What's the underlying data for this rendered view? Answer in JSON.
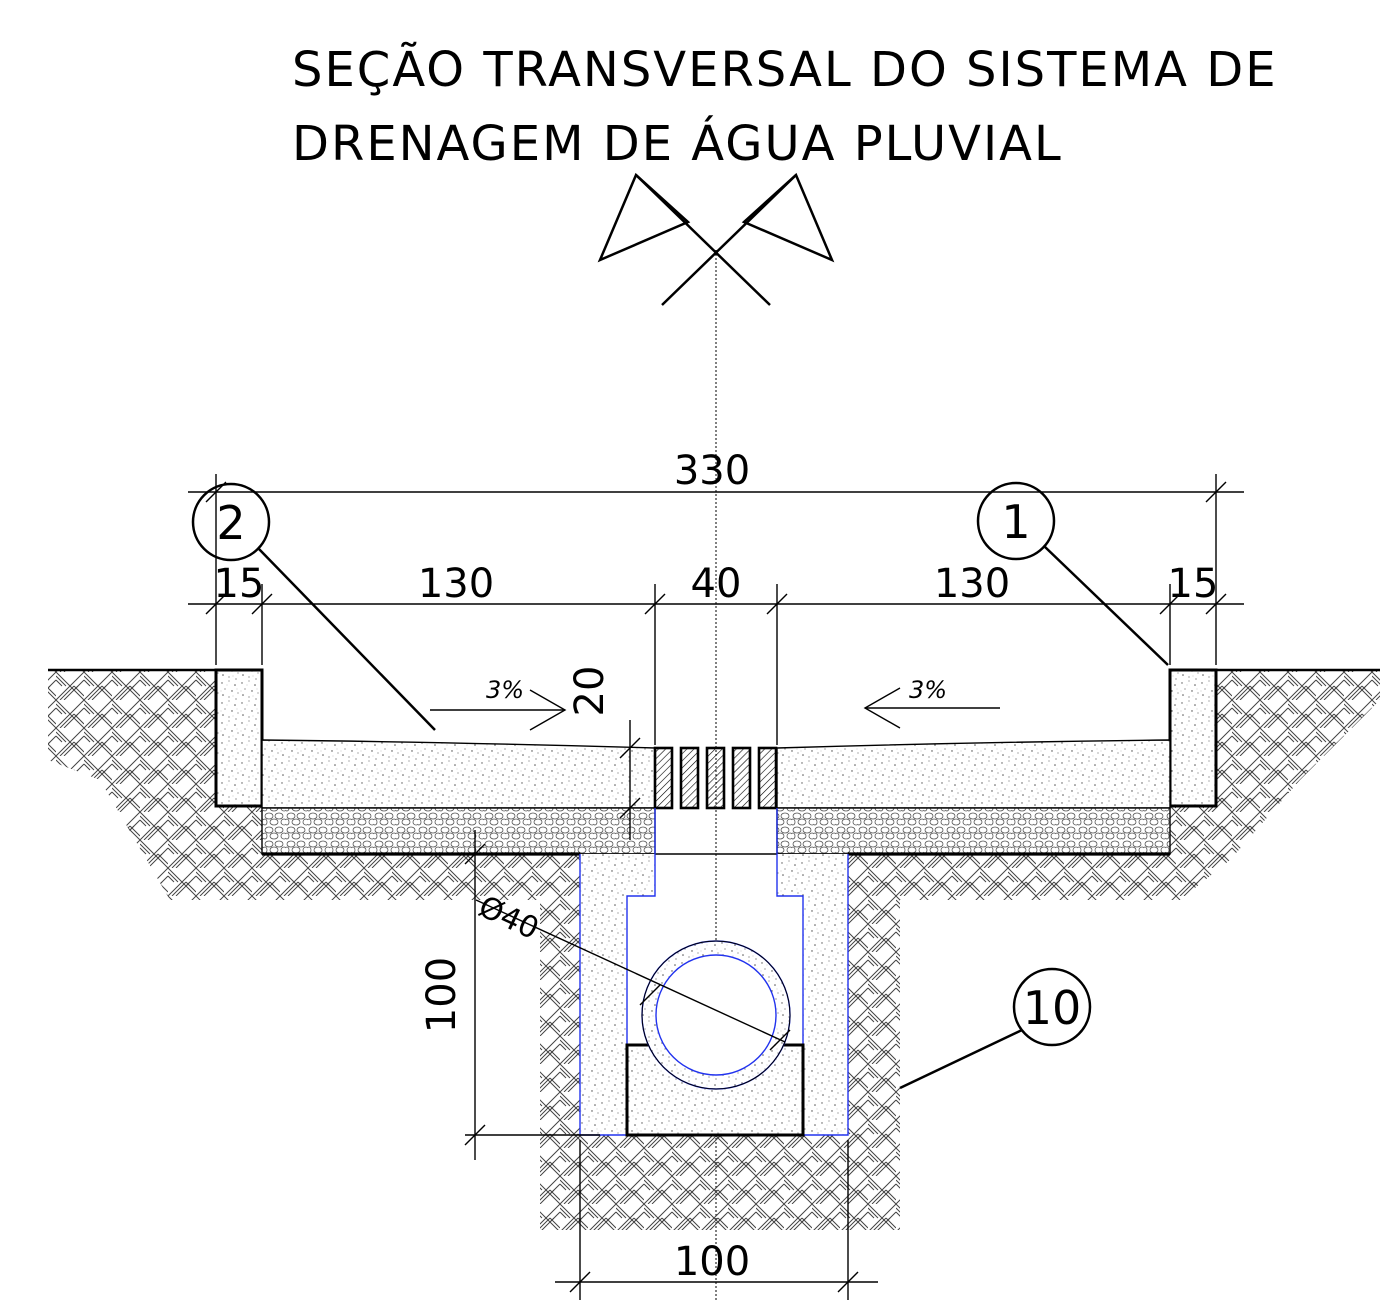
{
  "title": {
    "line1": "SEÇÃO TRANSVERSAL DO SISTEMA DE",
    "line2": "DRENAGEM DE ÁGUA PLUVIAL"
  },
  "dimensions": {
    "total_width": "330",
    "curb_left": "15",
    "span_left": "130",
    "grate": "40",
    "span_right": "130",
    "curb_right": "15",
    "grate_depth": "20",
    "pipe_diameter": "Ø40",
    "trench_depth": "100",
    "trench_width": "100"
  },
  "slopes": {
    "left": "3%",
    "right": "3%"
  },
  "callouts": {
    "left_curb": "2",
    "right_curb": "1",
    "trench": "10"
  },
  "colors": {
    "line": "#000000",
    "trench_outline": "#2233ee"
  }
}
